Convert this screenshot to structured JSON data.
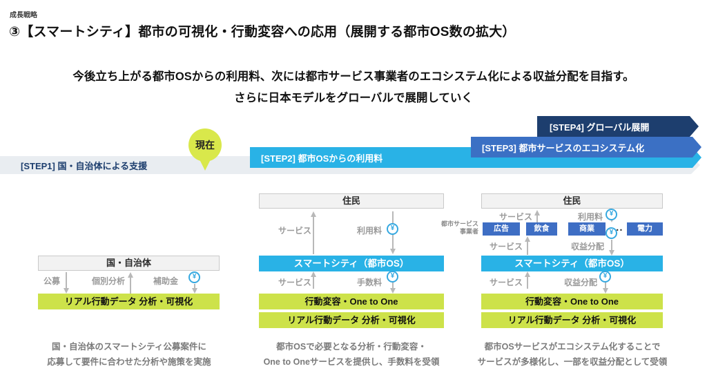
{
  "header": {
    "eyebrow": "成長戦略",
    "title": "③【スマートシティ】都市の可視化・行動変容への応用（展開する都市OS数の拡大）"
  },
  "subtitle": {
    "line1": "今後立ち上がる都市OSからの利用料、次には都市サービス事業者のエコシステム化による収益分配を目指す。",
    "line2": "さらに日本モデルをグローバルで展開していく"
  },
  "roadmap": {
    "current_badge": "現在",
    "step1": {
      "label": "[STEP1] 国・自治体による支援"
    },
    "step2": {
      "label": "[STEP2] 都市OSからの利用料"
    },
    "step3": {
      "label": "[STEP3] 都市サービスのエコシステム化"
    },
    "step4": {
      "label": "[STEP4] グローバル展開"
    }
  },
  "yen": "¥",
  "dots": "...",
  "col1": {
    "top_box": "国・自治体",
    "flow_down1": "公募",
    "flow_up": "個別分析",
    "flow_down2": "補助金",
    "green1": "リアル行動データ 分析・可視化",
    "caption1": "国・自治体のスマートシティ公募案件に",
    "caption2": "応募して要件に合わせた分析や施策を実施"
  },
  "col2": {
    "top_box": "住民",
    "os_box": "スマートシティ（都市OS）",
    "flows": {
      "upper": {
        "up": "サービス",
        "down": "利用料"
      },
      "lower": {
        "up": "サービス",
        "down": "手数料"
      }
    },
    "green1": "行動変容・One to One",
    "green2": "リアル行動データ 分析・可視化",
    "caption1": "都市OSで必要となる分析・行動変容・",
    "caption2": "One to Oneサービスを提供し、手数料を受領"
  },
  "col3": {
    "top_box": "住民",
    "provider_line1": "都市サービス",
    "provider_line2": "事業者",
    "services": [
      "広告",
      "飲食",
      "商業",
      "電力"
    ],
    "os_box": "スマートシティ（都市OS）",
    "flows": {
      "upper": {
        "up": "サービス",
        "down": "利用料"
      },
      "mid": {
        "up": "サービス",
        "down": "収益分配"
      },
      "lower": {
        "up": "サービス",
        "down": "収益分配"
      }
    },
    "green1": "行動変容・One to One",
    "green2": "リアル行動データ 分析・可視化",
    "caption1": "都市OSサービスがエコシステム化することで",
    "caption2": "サービスが多様化し、一部を収益分配として受領"
  },
  "colors": {
    "accent_cyan": "#29b2e6",
    "accent_blue": "#3b70c4",
    "accent_navy": "#1d3e6e",
    "accent_green": "#cde24a",
    "band_gray": "#e9edf1",
    "service_blue": "#3e6ec4"
  }
}
